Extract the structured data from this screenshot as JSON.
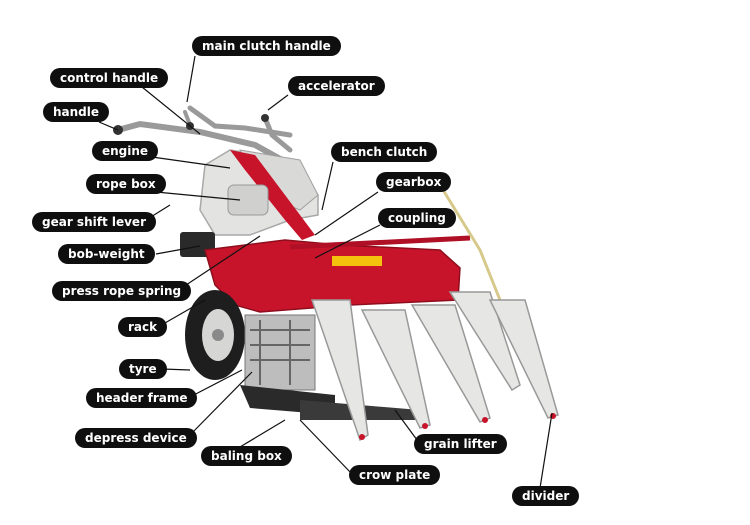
{
  "labels": {
    "main_clutch_handle": "main clutch handle",
    "control_handle": "control handle",
    "accelerator": "accelerator",
    "handle": "handle",
    "engine": "engine",
    "bench_clutch": "bench clutch",
    "rope_box": "rope box",
    "gearbox": "gearbox",
    "gear_shift_lever": "gear shift lever",
    "coupling": "coupling",
    "bob_weight": "bob-weight",
    "press_rope_spring": "press rope spring",
    "rack": "rack",
    "tyre": "tyre",
    "header_frame": "header frame",
    "depress_device": "depress device",
    "baling_box": "baling box",
    "grain_lifter": "grain lifter",
    "crow_plate": "crow plate",
    "divider": "divider"
  },
  "colors": {
    "label_bg": "#0f0f0f",
    "label_text": "#ffffff",
    "machine_red": "#c8142a",
    "machine_white": "#e6e6e4",
    "metal_grey": "#8c8c8c",
    "leader_line": "#111111"
  }
}
